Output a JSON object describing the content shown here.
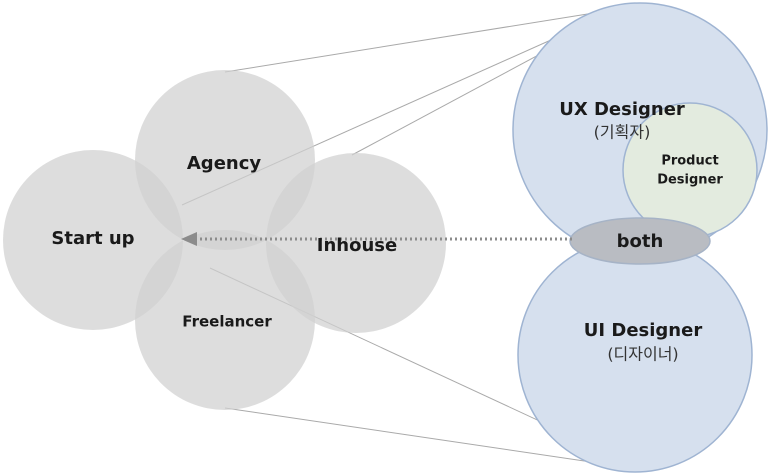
{
  "organizations": {
    "start_up": "Start up",
    "agency": "Agency",
    "inhouse": "Inhouse",
    "freelancer": "Freelancer"
  },
  "roles": {
    "ux_designer": "UX Designer",
    "ux_designer_korean": "(기획자)",
    "product_designer_line1": "Product",
    "product_designer_line2": "Designer",
    "both": "both",
    "ui_designer": "UI Designer",
    "ui_designer_korean": "(디자이너)"
  },
  "colors": {
    "organization_circle": "#d0d0d0",
    "role_circle": "#d6e0ee",
    "role_circle_border": "#9fb4d2",
    "product_designer_circle": "#e3ebdf",
    "both_ellipse": "#b9bcc2",
    "arrow": "#8c8c8c",
    "connector_line": "#a9a9a9"
  }
}
